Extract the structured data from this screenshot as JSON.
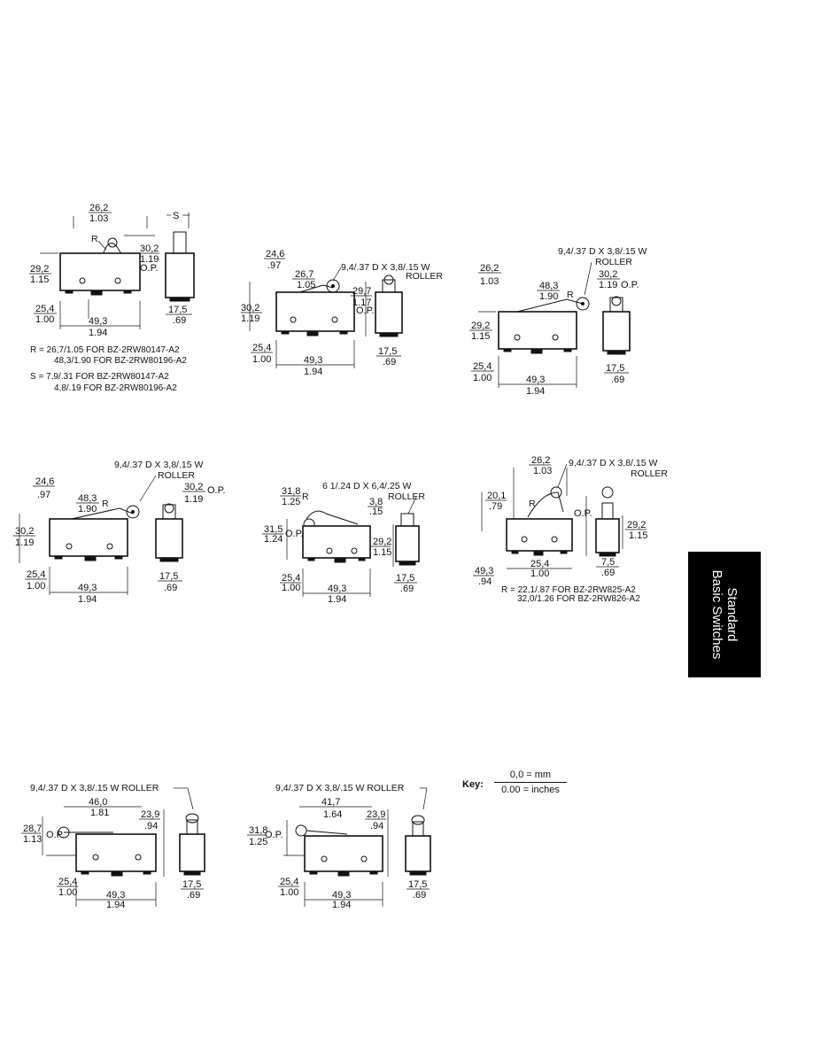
{
  "side_tab": {
    "line1": "Standard",
    "line2": "Basic Switches"
  },
  "key": {
    "label": "Key:",
    "mm": "0,0 = mm",
    "inches": "0.00 = inches"
  },
  "d1": {
    "dim_a_mm": "26,2",
    "dim_a_in": "1.03",
    "r": "R",
    "s": "S",
    "dim_b_mm": "30,2",
    "dim_b_in": "1.19",
    "op": "O.P.",
    "dim_c_mm": "29,2",
    "dim_c_in": "1.15",
    "dim_d_mm": "25,4",
    "dim_d_in": "1.00",
    "dim_e_mm": "49,3",
    "dim_e_in": "1.94",
    "dim_f_mm": "17,5",
    "dim_f_in": ".69",
    "note_r1": "R = 26,7/1.05 FOR BZ-2RW80147-A2",
    "note_r2": "48,3/1.90 FOR BZ-2RW80196-A2",
    "note_s1": "S = 7,9/.31 FOR BZ-2RW80147-A2",
    "note_s2": "4,8/.19 FOR BZ-2RW80196-A2"
  },
  "d2": {
    "dim_a_mm": "24,6",
    "dim_a_in": ".97",
    "dim_b_mm": "26,7",
    "dim_b_in": "1.05",
    "roller1": "9,4/.37 D X 3,8/.15 W",
    "roller2": "ROLLER",
    "dim_c_mm": "29,7",
    "dim_c_in": "1.17",
    "op": "O.P.",
    "dim_d_mm": "30,2",
    "dim_d_in": "1.19",
    "dim_e_mm": "25,4",
    "dim_e_in": "1.00",
    "dim_f_mm": "49,3",
    "dim_f_in": "1.94",
    "dim_g_mm": "17,5",
    "dim_g_in": ".69"
  },
  "d3": {
    "roller1": "9,4/.37 D X 3,8/.15 W",
    "roller2": "ROLLER",
    "dim_a_mm": "26,2",
    "dim_a_in": "1.03",
    "dim_b_mm": "48,3",
    "dim_b_in": "1.90",
    "dim_c_mm": "30,2",
    "dim_c_in": "1.19",
    "op": "O.P.",
    "r": "R",
    "dim_d_mm": "29,2",
    "dim_d_in": "1.15",
    "dim_e_mm": "25,4",
    "dim_e_in": "1.00",
    "dim_f_mm": "49,3",
    "dim_f_in": "1.94",
    "dim_g_mm": "17,5",
    "dim_g_in": ".69"
  },
  "d4": {
    "roller1": "9,4/.37 D X 3,8/.15 W",
    "roller2": "ROLLER",
    "dim_a_mm": "24,6",
    "dim_a_in": ".97",
    "dim_b_mm": "48,3",
    "dim_b_in": "1.90",
    "r": "R",
    "dim_c_mm": "30,2",
    "dim_c_in": "1.19",
    "op": "O.P.",
    "dim_d_mm": "30,2",
    "dim_d_in": "1.19",
    "dim_e_mm": "25,4",
    "dim_e_in": "1.00",
    "dim_f_mm": "49,3",
    "dim_f_in": "1.94",
    "dim_g_mm": "17,5",
    "dim_g_in": ".69"
  },
  "d5": {
    "roller1": "6 1/.24 D X 6,4/.25 W",
    "roller2": "ROLLER",
    "dim_a_mm": "31,8",
    "dim_a_in": "1.25",
    "r": "R",
    "dim_b_mm": "3,8",
    "dim_b_in": ".15",
    "dim_c_mm": "31,5",
    "dim_c_in": "1.24",
    "op": "O.P.",
    "dim_d_mm": "29,2",
    "dim_d_in": "1.15",
    "dim_e_mm": "25,4",
    "dim_e_in": "1.00",
    "dim_f_mm": "49,3",
    "dim_f_in": "1.94",
    "dim_g_mm": "17,5",
    "dim_g_in": ".69"
  },
  "d6": {
    "dim_a_mm": "26,2",
    "dim_a_in": "1.03",
    "roller1": "9,4/.37 D X 3,8/.15 W",
    "roller2": "ROLLER",
    "dim_b_mm": "20,1",
    "dim_b_in": ".79",
    "r": "R",
    "op": "O.P.",
    "dim_c_mm": "29,2",
    "dim_c_in": "1.15",
    "dim_d_mm": "49,3",
    "dim_d_in": ".94",
    "dim_e_mm": "25,4",
    "dim_e_in": "1.00",
    "dim_f_mm": "7,5",
    "dim_f_in": ".69",
    "note1": "R = 22,1/.87 FOR BZ-2RW825-A2",
    "note2": "32,0/1.26 FOR BZ-2RW826-A2"
  },
  "d7": {
    "roller": "9,4/.37 D X 3,8/.15 W ROLLER",
    "dim_a_mm": "46,0",
    "dim_a_in": "1.81",
    "dim_b_mm": "23,9",
    "dim_b_in": ".94",
    "dim_c_mm": "28,7",
    "dim_c_in": "1.13",
    "op": "O.P.",
    "dim_d_mm": "25,4",
    "dim_d_in": "1.00",
    "dim_e_mm": "49,3",
    "dim_e_in": "1.94",
    "dim_f_mm": "17,5",
    "dim_f_in": ".69"
  },
  "d8": {
    "roller": "9,4/.37 D X 3,8/.15 W ROLLER",
    "dim_a_mm": "41,7",
    "dim_a_in": "1.64",
    "dim_b_mm": "23,9",
    "dim_b_in": ".94",
    "dim_c_mm": "31,8",
    "dim_c_in": "1.25",
    "op": "O.P.",
    "dim_d_mm": "25,4",
    "dim_d_in": "1.00",
    "dim_e_mm": "49,3",
    "dim_e_in": "1.94",
    "dim_f_mm": "17,5",
    "dim_f_in": ".69"
  }
}
